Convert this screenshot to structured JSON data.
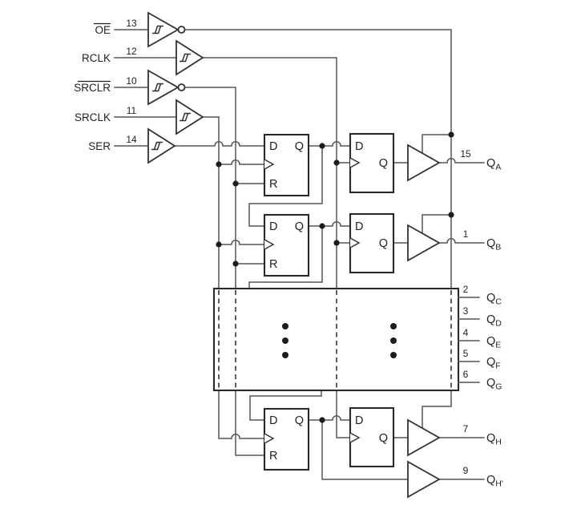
{
  "diagram": {
    "inputs": [
      {
        "label": "OE",
        "pin": "13",
        "overline": true
      },
      {
        "label": "RCLK",
        "pin": "12",
        "overline": false
      },
      {
        "label": "SRCLR",
        "pin": "10",
        "overline": true
      },
      {
        "label": "SRCLK",
        "pin": "11",
        "overline": false
      },
      {
        "label": "SER",
        "pin": "14",
        "overline": false
      }
    ],
    "ff": {
      "d": "D",
      "q": "Q",
      "r": "R"
    },
    "outputs": [
      {
        "main": "Q",
        "sub": "A",
        "pin": "15"
      },
      {
        "main": "Q",
        "sub": "B",
        "pin": "1"
      },
      {
        "main": "Q",
        "sub": "C",
        "pin": "2"
      },
      {
        "main": "Q",
        "sub": "D",
        "pin": "3"
      },
      {
        "main": "Q",
        "sub": "E",
        "pin": "4"
      },
      {
        "main": "Q",
        "sub": "F",
        "pin": "5"
      },
      {
        "main": "Q",
        "sub": "G",
        "pin": "6"
      },
      {
        "main": "Q",
        "sub": "H",
        "pin": "7"
      },
      {
        "main": "Q",
        "sub": "H'",
        "pin": "9"
      }
    ],
    "colors": {
      "wire": "#55565a",
      "component": "#27292b",
      "text": "#231f20",
      "background": "#ffffff"
    }
  }
}
